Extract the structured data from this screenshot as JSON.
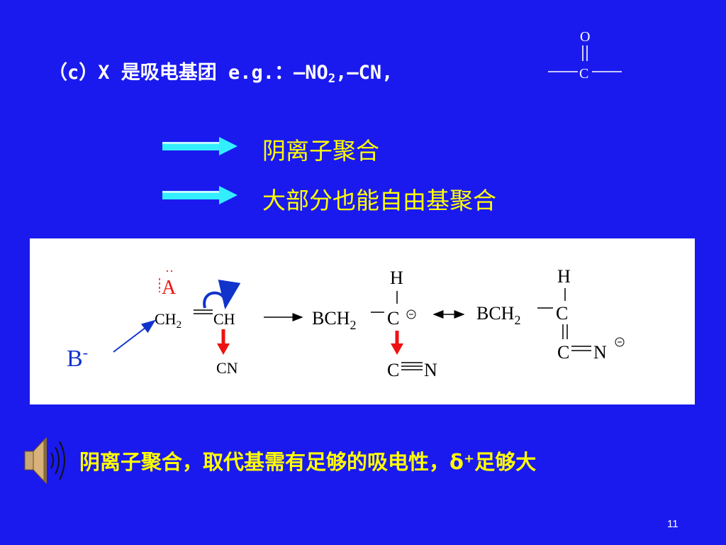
{
  "title": {
    "prefix": "（c）X 是吸电基团 e.g.：",
    "group1_pre": "—NO",
    "group1_sub": "2",
    "group1_post": ",",
    "group2": "—CN,"
  },
  "carbonyl": {
    "o": "O",
    "c": "C"
  },
  "bullets": [
    {
      "text": "阴离子聚合"
    },
    {
      "text": "大部分也能自由基聚合"
    }
  ],
  "mechanism": {
    "a_label": "A",
    "monomer_ch2": "CH",
    "monomer_ch2_sub": "2",
    "monomer_ch": "CH",
    "cn": "CN",
    "b_label": "B",
    "b_charge": "-",
    "mid_bch": "BCH",
    "mid_bch_sub": "2",
    "mid_c": "C",
    "mid_h": "H",
    "mid_c2": "C",
    "mid_n": "N",
    "right_bch": "BCH",
    "right_bch_sub": "2",
    "right_c": "C",
    "right_h": "H",
    "right_c2": "C",
    "right_n": "N"
  },
  "bottom_text": "阴离子聚合，取代基需有足够的吸电性，δ⁺足够大",
  "page_number": "11",
  "colors": {
    "background": "#1a1aee",
    "yellow": "#ffff00",
    "arrow_cyan": "#33eeff",
    "red": "#ee1111",
    "curve_blue": "#1133cc"
  }
}
